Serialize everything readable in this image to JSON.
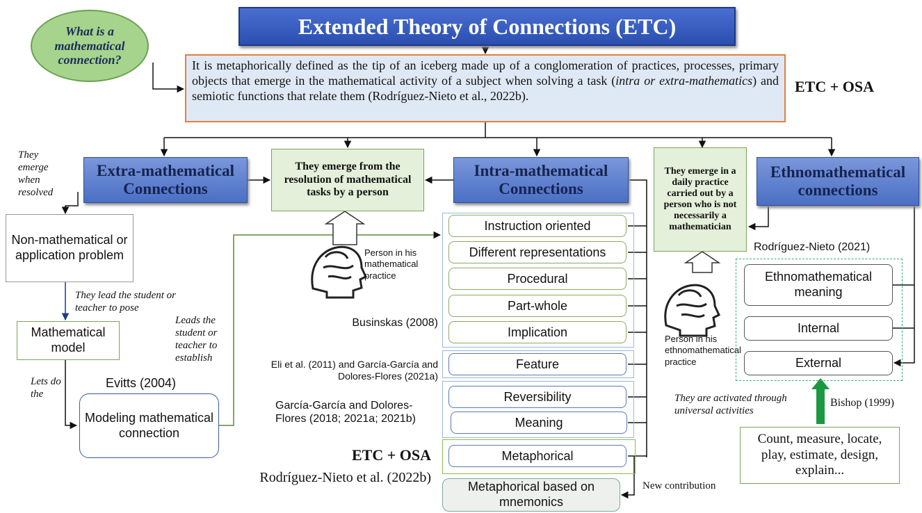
{
  "title": "Extended Theory of Connections (ETC)",
  "question": "What is a mathematical connection?",
  "definition_prefix": "It is metaphorically defined as the tip of an iceberg made up of a conglomeration of practices, processes, primary objects that emerge in the mathematical activity of a subject when solving a task (",
  "definition_italic": "intra or extra-mathematics",
  "definition_suffix": ") and semiotic functions that relate them (Rodríguez-Nieto et al., 2022b).",
  "etc_osa_label": "ETC + OSA",
  "extra": {
    "heading": "Extra-mathematical Connections",
    "side_note": "They emerge when resolved",
    "problem": "Non-mathematical or application problem",
    "lead_pose": "They lead the student or teacher to pose",
    "model": "Mathematical model",
    "lets_do": "Lets do the",
    "evitts": "Evitts (2004)",
    "modeling": "Modeling mathematical connection",
    "leads_establish": "Leads the student or teacher to establish"
  },
  "emerge_resolution": "They emerge from the resolution of mathematical tasks by a person",
  "person_math": "Person in his mathematical practice",
  "intra": {
    "heading": "Intra-mathematical Connections",
    "items": [
      "Instruction oriented",
      "Different representations",
      "Procedural",
      "Part-whole",
      "Implication",
      "Feature",
      "Reversibility",
      "Meaning",
      "Metaphorical"
    ],
    "new_item": "Metaphorical based on mnemonics",
    "new_contribution": "New contribution",
    "cite_businskas": "Businskas (2008)",
    "cite_eli": "Eli et al. (2011) and García-García and Dolores-Flores (2021a)",
    "cite_garcia": "García-García and Dolores-Flores (2018; 2021a; 2021b)",
    "cite_etc": "ETC + OSA",
    "cite_rodriguez": "Rodríguez-Nieto et al. (2022b)"
  },
  "daily_practice": "They emerge in a daily practice carried out by a person who is not necessarily a mathematician",
  "person_ethno": "Person in his ethnomathematical practice",
  "ethno": {
    "heading": "Ethnomathematical connections",
    "cite": "Rodríguez-Nieto (2021)",
    "items": [
      "Ethnomathematical meaning",
      "Internal",
      "External"
    ],
    "activated": "They are activated through universal activities",
    "bishop": "Bishop (1999)",
    "activities": "Count, measure, locate, play, estimate, design, explain..."
  },
  "colors": {
    "title_blue": "#2a4fb0",
    "heading_blue": "#6584d3",
    "green_fill": "#e4f0da",
    "definition_fill": "#dfe9f5",
    "arrow_green": "#1a9a40"
  }
}
